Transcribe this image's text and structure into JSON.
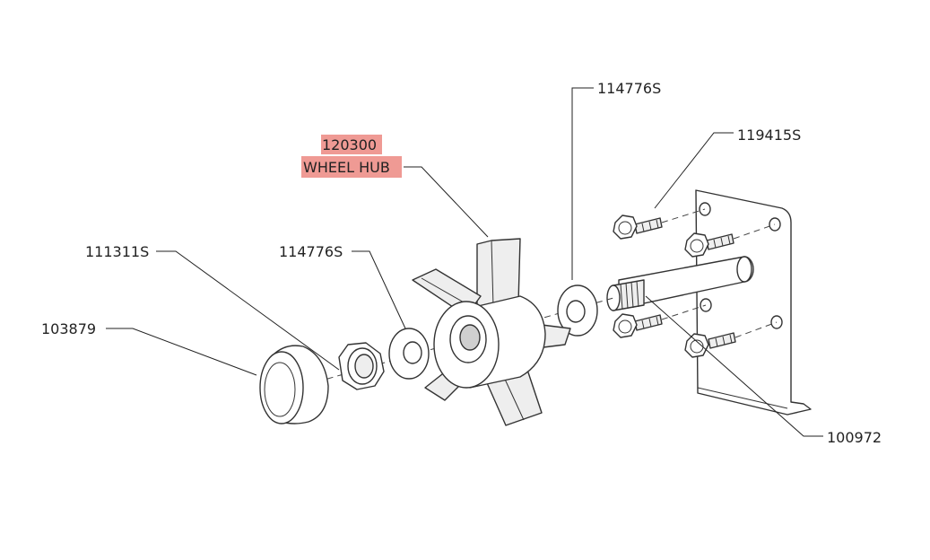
{
  "callouts": {
    "hub_number": "120300",
    "hub_name": "WHEEL HUB",
    "cap": "103879",
    "locknut": "111311S",
    "washer_front": "114776S",
    "washer_rear": "114776S",
    "bolt": "119415S",
    "axle_plate": "100972"
  },
  "colors": {
    "highlight": "#ef9a94",
    "line": "#333333"
  }
}
